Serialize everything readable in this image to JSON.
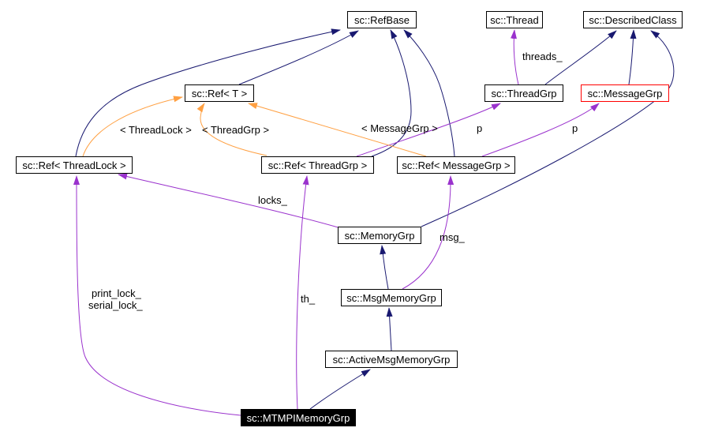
{
  "nodes": {
    "refbase": {
      "label": "sc::RefBase"
    },
    "thread": {
      "label": "sc::Thread"
    },
    "describedclass": {
      "label": "sc::DescribedClass"
    },
    "ref_t": {
      "label": "sc::Ref< T >"
    },
    "threadgrp": {
      "label": "sc::ThreadGrp"
    },
    "messagegrp": {
      "label": "sc::MessageGrp"
    },
    "ref_threadlock": {
      "label": "sc::Ref< ThreadLock >"
    },
    "ref_threadgrp": {
      "label": "sc::Ref< ThreadGrp >"
    },
    "ref_messagegrp": {
      "label": "sc::Ref< MessageGrp >"
    },
    "memorygrp": {
      "label": "sc::MemoryGrp"
    },
    "msgmemorygrp": {
      "label": "sc::MsgMemoryGrp"
    },
    "activemsgmemorygrp": {
      "label": "sc::ActiveMsgMemoryGrp"
    },
    "mtmpimemorygrp": {
      "label": "sc::MTMPIMemoryGrp"
    }
  },
  "edge_labels": {
    "threads": "threads_",
    "tpl_threadlock": "< ThreadLock >",
    "tpl_threadgrp": "< ThreadGrp >",
    "tpl_messagegrp": "< MessageGrp >",
    "p1": "p",
    "p2": "p",
    "locks": "locks_",
    "msg": "msg_",
    "th": "th_",
    "print_lock": "print_lock_",
    "serial_lock": "serial_lock_"
  },
  "colors": {
    "inheritance_edge": "#191970",
    "usage_edge": "#9a32cd",
    "template_edge": "#ffa042",
    "node_border": "#000000",
    "highlight_border": "#ff0000",
    "current_node_bg": "#000000",
    "current_node_text": "#ffffff",
    "background": "#ffffff"
  }
}
